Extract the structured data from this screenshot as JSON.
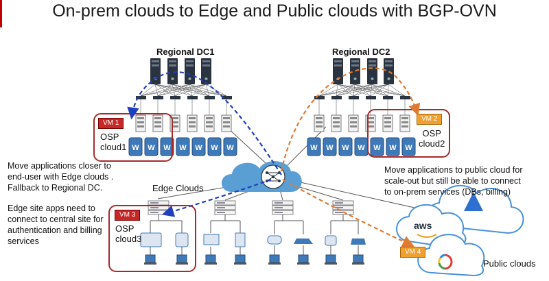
{
  "title": "On-prem clouds to Edge and Public clouds with BGP-OVN",
  "dc1": {
    "label": "Regional DC1",
    "vm": "VM 1",
    "osp_line1": "OSP",
    "osp_line2": "cloud1"
  },
  "dc2": {
    "label": "Regional  DC2",
    "vm": "VM 2",
    "osp_line1": "OSP",
    "osp_line2": "cloud2"
  },
  "edge": {
    "label": "Edge Clouds",
    "vm": "VM 3",
    "osp_line1": "OSP",
    "osp_line2": "cloud3"
  },
  "public": {
    "label": "Public clouds",
    "vm": "VM 4",
    "aws": "aws"
  },
  "notes": {
    "left1": [
      "Move applications closer to",
      "end-user with Edge clouds .",
      "Fallback to Regional DC."
    ],
    "left2": [
      "Edge site apps need to",
      "connect to central site for",
      "authentication and billing",
      "services"
    ],
    "right": [
      "Move applications to public cloud for",
      "scale-out but still be able to connect",
      "to on-prem services (DBs, billing)"
    ]
  },
  "colors": {
    "box_border": "#a52a2a",
    "blue_path": "#1f3fbf",
    "orange_path": "#e07a30",
    "cloud": "#5a9fd4",
    "server": "#2a3340",
    "w_node": "#3f79b8"
  }
}
